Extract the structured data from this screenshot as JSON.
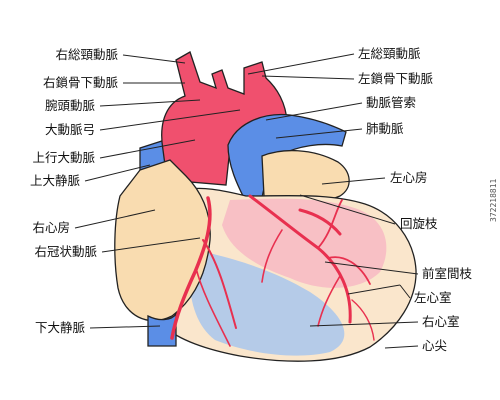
{
  "labels": {
    "r_common_carotid": "右総頸動脈",
    "r_subclavian": "右鎖骨下動脈",
    "brachiocephalic": "腕頭動脈",
    "aortic_arch": "大動脈弓",
    "ascending_aorta": "上行大動脈",
    "svc": "上大静脈",
    "right_atrium": "右心房",
    "right_coronary": "右冠状動脈",
    "ivc": "下大静脈",
    "l_common_carotid": "左総頸動脈",
    "l_subclavian": "左鎖骨下動脈",
    "ductus_ligament": "動脈管索",
    "pulmonary_artery": "肺動脈",
    "left_atrium": "左心房",
    "circumflex": "回旋枝",
    "interventricular": "前室間枝",
    "left_ventricle": "左心室",
    "right_ventricle": "右心室",
    "apex": "心尖"
  },
  "watermark": "372218811",
  "colors": {
    "artery": "#f0506e",
    "vein": "#5b8ee6",
    "atrium": "#f9dcb0",
    "heart_body": "#fae6cc",
    "lv_tint": "#f7b6c3",
    "rv_tint": "#a8c6ec",
    "coronary": "#e8304f"
  }
}
